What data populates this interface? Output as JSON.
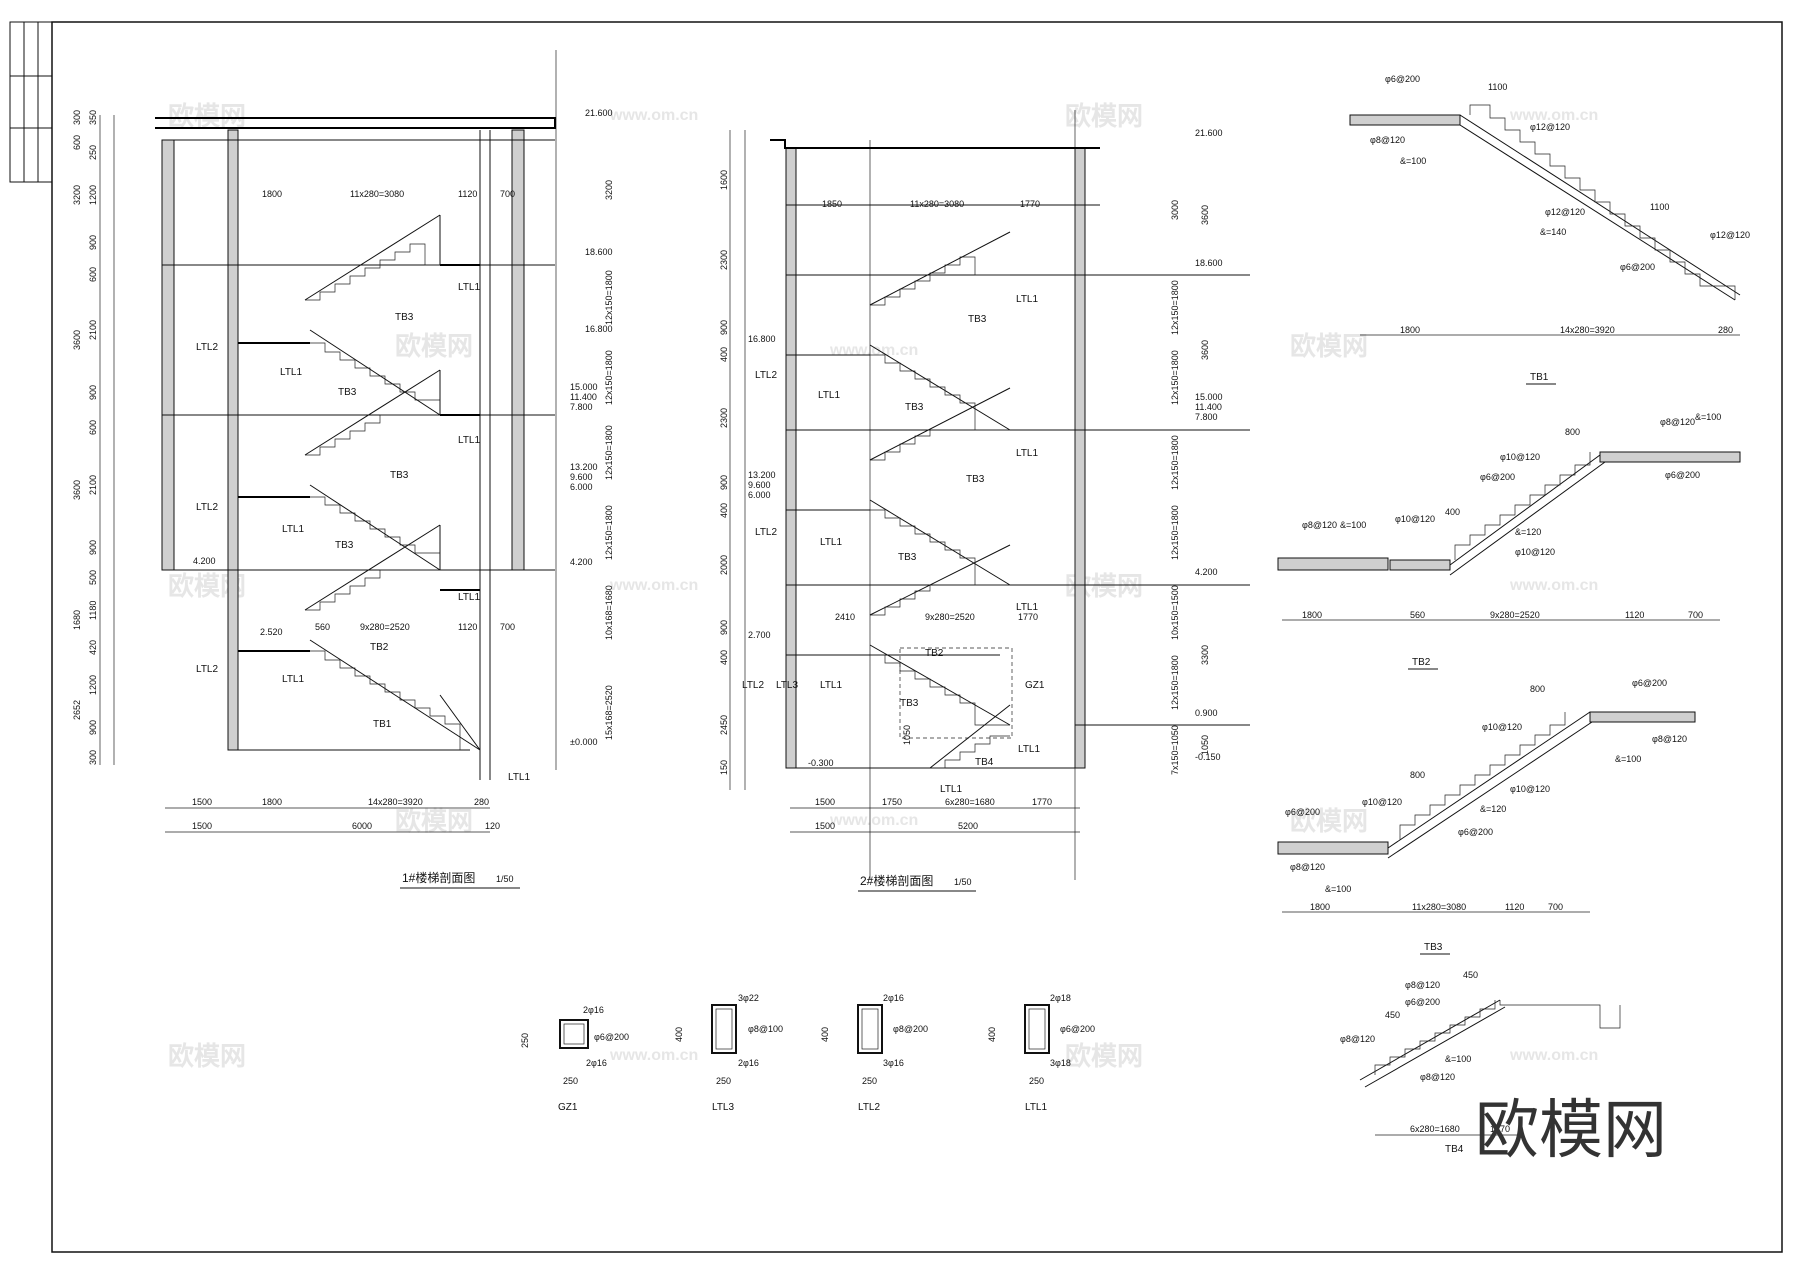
{
  "titles": {
    "stair1_section": "1#楼梯剖面图",
    "stair1_scale": "1/50",
    "stair2_section": "2#楼梯剖面图",
    "stair2_scale": "1/50",
    "tb1": "TB1",
    "tb2": "TB2",
    "tb3": "TB3",
    "tb4": "TB4",
    "gz1": "GZ1",
    "ltl3": "LTL3",
    "ltl2": "LTL2",
    "ltl1": "LTL1"
  },
  "watermark": {
    "brand": "欧模网",
    "site": "www.om.cn"
  },
  "stair1": {
    "left_dims": [
      "300",
      "600",
      "350",
      "250",
      "3200",
      "1200",
      "900",
      "600",
      "3600",
      "2100",
      "900",
      "600",
      "3600",
      "2100",
      "900",
      "500",
      "1680",
      "1180",
      "420",
      "2652",
      "1200",
      "900",
      "300"
    ],
    "right_levels": [
      "21.600",
      "18.600",
      "16.800",
      "15.000",
      "11.400",
      "7.800",
      "13.200",
      "9.600",
      "6.000",
      "4.200",
      "±0.000"
    ],
    "right_dims": [
      "3200",
      "12x150=1800",
      "12x150=1800",
      "12x150=1800",
      "12x150=1800",
      "10x168=1680",
      "15x168=2520"
    ],
    "top_dims": [
      "1800",
      "11x280=3080",
      "1120",
      "700"
    ],
    "mid_dims": [
      "560",
      "9x280=2520",
      "1120",
      "700"
    ],
    "bottom_dims_1": [
      "1500",
      "1800",
      "14x280=3920",
      "280"
    ],
    "bottom_dims_2": [
      "1500",
      "6000",
      "120"
    ],
    "labels": [
      "LTL1",
      "TB3",
      "LTL2",
      "LTL1",
      "TB3",
      "LTL1",
      "TB3",
      "LTL2",
      "LTL1",
      "TB3",
      "LTL1",
      "TB2",
      "LTL2",
      "LTL1",
      "TB1",
      "LTL1"
    ],
    "inner_levels": [
      "4.200",
      "2.520"
    ]
  },
  "stair2": {
    "left_dims": [
      "1600",
      "2300",
      "900",
      "400",
      "2300",
      "900",
      "400",
      "2000",
      "900",
      "400",
      "2450",
      "150"
    ],
    "right_levels": [
      "21.600",
      "18.600",
      "15.000",
      "11.400",
      "7.800",
      "4.200",
      "0.900",
      "-0.150"
    ],
    "right_dims": [
      "3000",
      "3600",
      "12x150=1800",
      "12x150=1800",
      "3600",
      "12x150=1800",
      "12x150=1800",
      "10x150=1500",
      "3300",
      "12x150=1800",
      "1050",
      "7x150=1050"
    ],
    "top_dims": [
      "1850",
      "11x280=3080",
      "1770"
    ],
    "mid_dims": [
      "2410",
      "9x280=2520",
      "1770"
    ],
    "bottom_dims_1": [
      "1500",
      "1750",
      "6x280=1680",
      "1770"
    ],
    "bottom_dims_2": [
      "1500",
      "5200"
    ],
    "labels": [
      "LTL1",
      "TB3",
      "LTL2",
      "LTL1",
      "TB3",
      "LTL1",
      "TB3",
      "LTL2",
      "LTL1",
      "TB3",
      "LTL1",
      "LTL2",
      "LTL3",
      "LTL1",
      "TB2",
      "GZ1",
      "TB3",
      "LTL1",
      "TB4",
      "LTL1"
    ],
    "inner_levels": [
      "16.800",
      "13.200",
      "9.600",
      "6.000",
      "2.700",
      "-0.300",
      "1050"
    ]
  },
  "tb1": {
    "notes": [
      "φ6@200",
      "1100",
      "φ8@120",
      "φ12@120",
      "&=100",
      "φ12@120",
      "1100",
      "&=140",
      "φ12@120",
      "φ6@200"
    ],
    "dims": [
      "1800",
      "14x280=3920",
      "280"
    ]
  },
  "tb2": {
    "notes": [
      "φ8@120",
      "&=100",
      "800",
      "φ10@120",
      "φ6@200",
      "φ8@120",
      "&=100",
      "φ10@120",
      "400",
      "&=120",
      "φ10@120",
      "φ6@200"
    ],
    "dims": [
      "1800",
      "560",
      "9x280=2520",
      "1120",
      "700"
    ]
  },
  "tb3": {
    "notes": [
      "800",
      "φ6@200",
      "φ10@120",
      "φ8@120",
      "&=100",
      "φ6@200",
      "800",
      "φ10@120",
      "φ10@120",
      "&=120",
      "φ6@200",
      "φ8@120",
      "&=100"
    ],
    "dims": [
      "1800",
      "11x280=3080",
      "1120",
      "700"
    ]
  },
  "tb4": {
    "notes": [
      "450",
      "φ8@120",
      "φ6@200",
      "450",
      "φ8@120",
      "&=100",
      "φ8@120"
    ],
    "dims": [
      "6x280=1680",
      "1770"
    ]
  },
  "beams": [
    {
      "name": "GZ1",
      "height": "250",
      "width": "250",
      "top": "2φ16",
      "stirrup": "φ6@200",
      "bottom": "2φ16"
    },
    {
      "name": "LTL3",
      "height": "400",
      "width": "250",
      "top": "3φ22",
      "stirrup": "φ8@100",
      "bottom": "2φ16"
    },
    {
      "name": "LTL2",
      "height": "400",
      "width": "250",
      "top": "2φ16",
      "stirrup": "φ8@200",
      "bottom": "3φ16"
    },
    {
      "name": "LTL1",
      "height": "400",
      "width": "250",
      "top": "2φ18",
      "stirrup": "φ6@200",
      "bottom": "3φ18"
    }
  ]
}
